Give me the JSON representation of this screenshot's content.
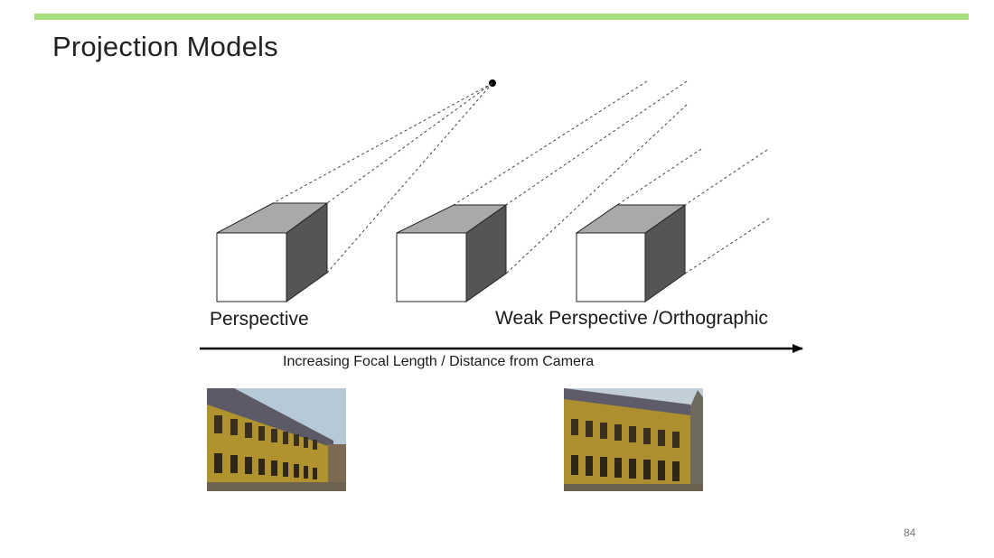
{
  "slide": {
    "title": "Projection Models",
    "page_number": "84",
    "accent_color": "#a6de7b"
  },
  "diagram": {
    "labels": {
      "perspective": "Perspective",
      "weak_perspective": "Weak Perspective /Orthographic",
      "axis": "Increasing Focal Length / Distance from Camera"
    },
    "colors": {
      "cube_front": "#ffffff",
      "cube_top": "#a9a9a9",
      "cube_side": "#555555",
      "edge": "#222222",
      "ray": "#444444"
    }
  },
  "images": {
    "perspective": "building-photo",
    "orthographic": "building-photo"
  }
}
